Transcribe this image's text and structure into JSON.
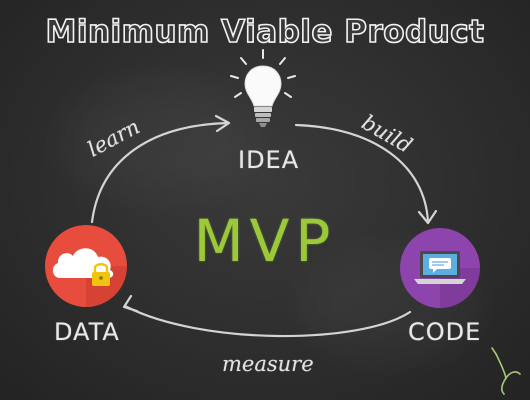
{
  "title": "Minimum Viable Product",
  "center": "MVP",
  "nodes": {
    "idea": "IDEA",
    "code": "CODE",
    "data": "DATA"
  },
  "edges": {
    "learn": "learn",
    "build": "build",
    "measure": "measure"
  },
  "colors": {
    "background": "#2f2f2f",
    "chalk": "#f0f0f0",
    "mvp_green": "#9cc93a",
    "data_red": "#e84c3d",
    "code_purple": "#8e44ad",
    "lock_yellow": "#f1c40f"
  },
  "icons": {
    "idea": "lightbulb-icon",
    "data": "cloud-lock-icon",
    "code": "laptop-chat-icon",
    "corner": "chalk-bird-icon"
  }
}
